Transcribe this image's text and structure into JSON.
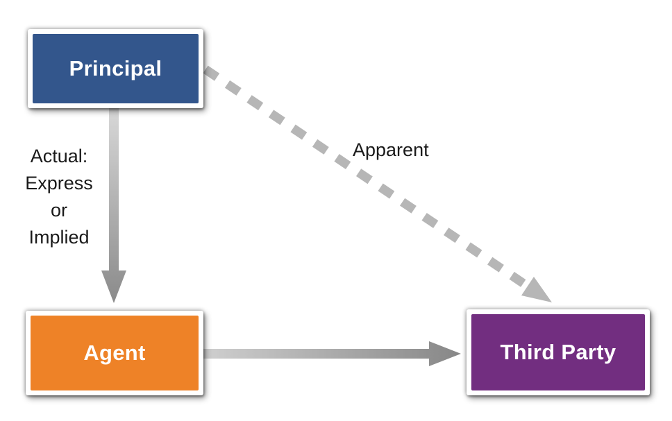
{
  "diagram": {
    "type": "flow-diagram",
    "background": "#ffffff",
    "label_text_color": "#1a1a1a",
    "nodes": [
      {
        "id": "principal",
        "label": "Principal",
        "fill": "#33568c",
        "text_color": "#ffffff"
      },
      {
        "id": "agent",
        "label": "Agent",
        "fill": "#ee8227",
        "text_color": "#ffffff"
      },
      {
        "id": "third_party",
        "label": "Third Party",
        "fill": "#722e80",
        "text_color": "#ffffff"
      }
    ],
    "edges": [
      {
        "from": "principal",
        "to": "agent",
        "label": "Actual:\nExpress\nor\nImplied",
        "style": "solid-gradient-arrow",
        "color_start": "#d6d6d6",
        "color_end": "#8a8a8a"
      },
      {
        "from": "principal",
        "to": "third_party",
        "label": "Apparent",
        "style": "dashed-arrow",
        "color_start": "#b6b6b6",
        "color_end": "#b6b6b6"
      },
      {
        "from": "agent",
        "to": "third_party",
        "label": "",
        "style": "solid-gradient-arrow",
        "color_start": "#cfcfcf",
        "color_end": "#878787"
      }
    ]
  }
}
